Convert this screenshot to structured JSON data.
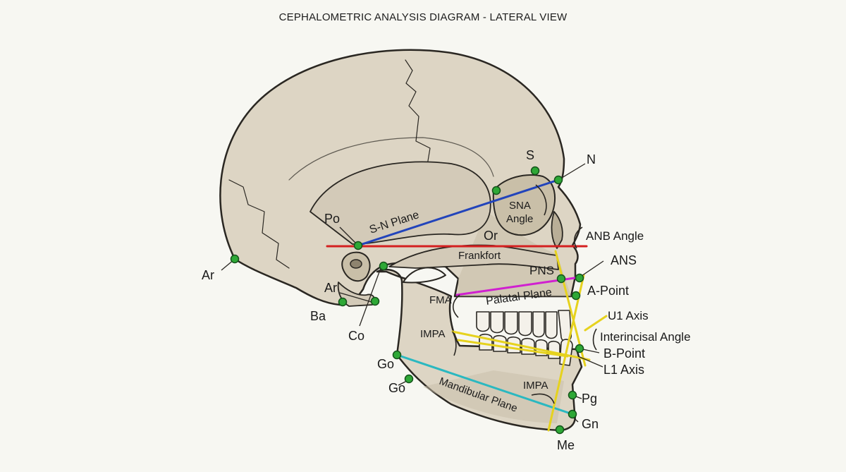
{
  "title": "CEPHALOMETRIC ANALYSIS DIAGRAM - LATERAL VIEW",
  "colors": {
    "background": "#f7f7f2",
    "bone": "#ddd5c4",
    "bone_shadow": "#c7bda8",
    "outline": "#2a2722",
    "landmark": "#2ea836",
    "sn_plane": "#2244bb",
    "frankfort": "#d42020",
    "palatal": "#d020d0",
    "mandibular": "#2ab8c0",
    "axis": "#e6d21e"
  },
  "landmarks": {
    "s": "S",
    "n": "N",
    "po": "Po",
    "or": "Or",
    "ar_left": "Ar",
    "ar": "Ar",
    "ba": "Ba",
    "co": "Co",
    "pns": "PNS",
    "ans": "ANS",
    "a_point": "A-Point",
    "b_point": "B-Point",
    "go_upper": "Go",
    "go_lower": "Go",
    "pg": "Pg",
    "gn": "Gn",
    "me": "Me"
  },
  "labels": {
    "sn_plane": "S-N Plane",
    "frankfort": "Frankfort",
    "sna_line1": "SNA",
    "sna_line2": "Angle",
    "anb_angle": "ANB Angle",
    "palatal_plane": "Palatal Plane",
    "fma": "FMA",
    "u1_axis": "U1 Axis",
    "interincisal_angle": "Interincisal Angle",
    "l1_axis": "L1 Axis",
    "impa_left": "IMPA",
    "impa_lower": "IMPA",
    "mandibular_plane": "Mandibular Plane"
  }
}
